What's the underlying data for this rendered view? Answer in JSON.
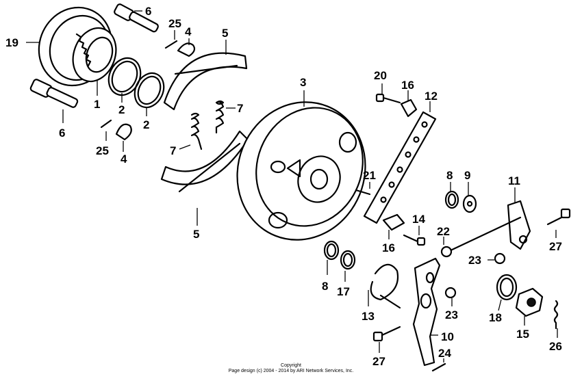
{
  "callouts": {
    "c19": "19",
    "c6a": "6",
    "c25a": "25",
    "c4a": "4",
    "c5a": "5",
    "c1": "1",
    "c2a": "2",
    "c2b": "2",
    "c6b": "6",
    "c25b": "25",
    "c4b": "4",
    "c7a": "7",
    "c7b": "7",
    "c5b": "5",
    "c3": "3",
    "c20": "20",
    "c16a": "16",
    "c12": "12",
    "c21": "21",
    "c8a": "8",
    "c9": "9",
    "c11": "11",
    "c14": "14",
    "c16b": "16",
    "c22": "22",
    "c27a": "27",
    "c23a": "23",
    "c8b": "8",
    "c17": "17",
    "c13": "13",
    "c23b": "23",
    "c18": "18",
    "c15": "15",
    "c26": "26",
    "c10": "10",
    "c27b": "27",
    "c24": "24"
  },
  "copyright": {
    "line1": "Copyright",
    "line2": "Page design (c) 2004 - 2014 by ARI Network Services, Inc."
  }
}
